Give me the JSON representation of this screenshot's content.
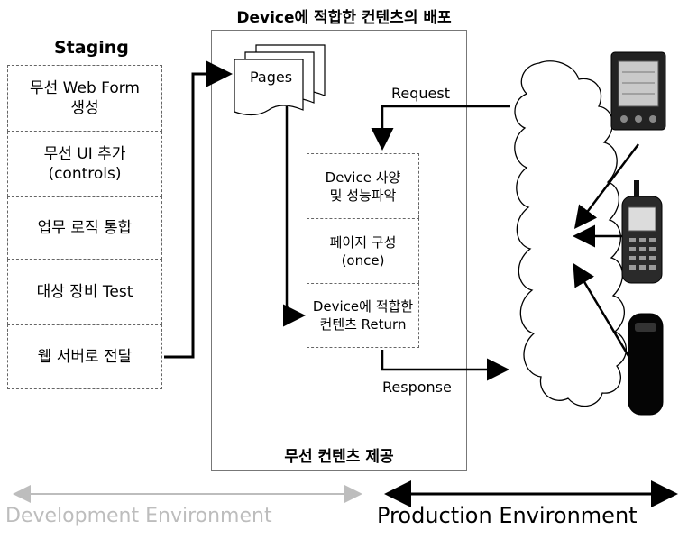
{
  "title": "Device에 적합한 컨텐츠의 배포",
  "staging": {
    "title": "Staging",
    "steps": [
      "무선 Web Form\n생성",
      "무선 UI 추가\n(controls)",
      "업무 로직 통합",
      "대상 장비 Test",
      "웹 서버로 전달"
    ]
  },
  "server": {
    "pages_label": "Pages",
    "request_label": "Request",
    "response_label": "Response",
    "process_steps": [
      "Device 사양\n및 성능파악",
      "페이지 구성\n(once)",
      "Device에 적합한\n컨텐츠 Return"
    ],
    "footer": "무선 컨텐츠 제공"
  },
  "environments": {
    "development": "Development Environment",
    "production": "Production Environment"
  },
  "devices": [
    "pda-icon",
    "mobile-phone-icon",
    "pager-icon"
  ]
}
